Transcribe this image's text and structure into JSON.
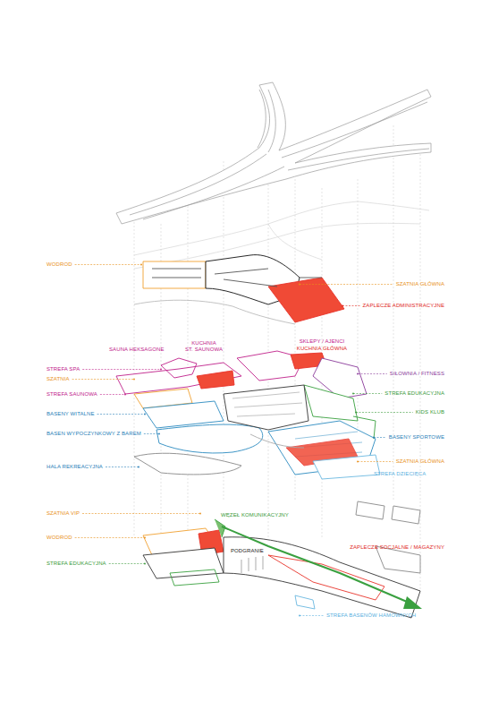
{
  "diagram": {
    "labels": [
      "WODROD",
      "SZATNIA GŁÓWNA",
      "ZAPLECZE ADMINISTRACYJNE",
      "SAUNA HEKSAGONE",
      "KUCHNIA",
      "ST. SAUNOWA",
      "SKLEPY / AJENCI",
      "KUCHNIA GŁÓWNA",
      "STREFA SPA",
      "SZATNIA",
      "STREFA SAUNOWA",
      "BASENY WITALNE",
      "BASEN WYPOCZYNKOWY Z BAREM",
      "HALA REKREACYJNA",
      "SIŁOWNIA / FITNESS",
      "STREFA EDUKACYJNA",
      "KIDS KLUB",
      "BASENY SPORTOWE",
      "SZATNIA GŁÓWNA",
      "STREFA DZIECIĘCA",
      "SZATNIA VIP",
      "WĘZEŁ KOMUNIKACYJNY",
      "WODROD",
      "STREFA EDUKACYJNA",
      "PODGRANIE",
      "ZAPLECZE SOCJALNE / MAGAZYNY",
      "STREFA BASENÓW HAMOWNYCH"
    ]
  }
}
